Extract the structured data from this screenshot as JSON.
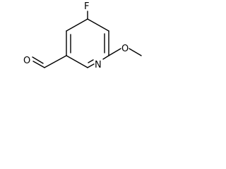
{
  "molecule": {
    "atoms": {
      "fluorine": "F",
      "ring_nitrogen": "N",
      "ether_oxygen": "O",
      "aldehyde_oxygen": "O"
    },
    "colors": {
      "bond": "#000000",
      "label": "#000000",
      "background": "#ffffff"
    }
  }
}
